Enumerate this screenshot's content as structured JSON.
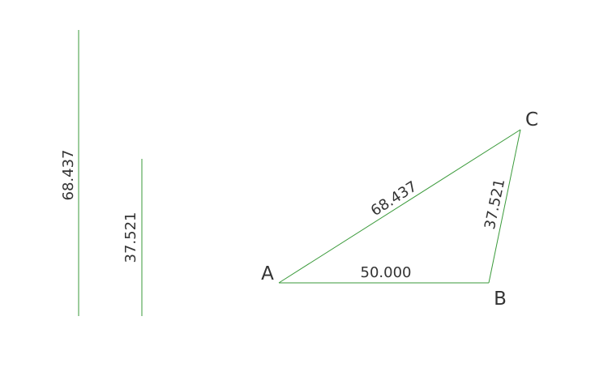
{
  "colors": {
    "line": "#3a9a3a",
    "text": "#333333"
  },
  "diagram": {
    "vertices": {
      "a": "A",
      "b": "B",
      "c": "C"
    },
    "sides": {
      "ab": "50.000",
      "ac": "68.437",
      "bc": "37.521"
    },
    "reference_lines": {
      "long": "68.437",
      "short": "37.521"
    }
  }
}
